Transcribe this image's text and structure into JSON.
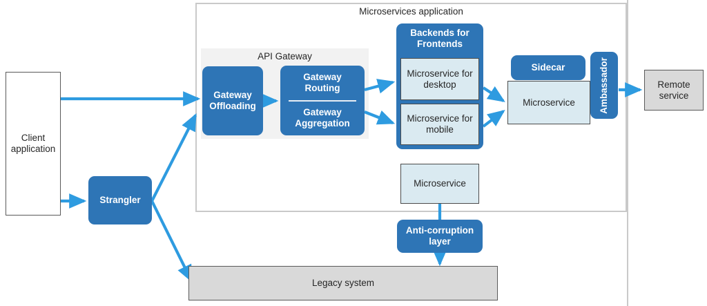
{
  "diagram": {
    "title": "Microservices application",
    "api_gateway_title": "API Gateway",
    "colors": {
      "accent_blue": "#2e75b6",
      "arrow_blue": "#2e9be0",
      "light_blue": "#daeaf1",
      "gray_box": "#d9d9d9",
      "panel_gray": "#f2f2f2",
      "container_border": "#c9c9c9"
    }
  },
  "nodes": {
    "client_application": "Client\napplication",
    "client_application_line1": "Client",
    "client_application_line2": "application",
    "strangler": "Strangler",
    "gateway_offloading_line1": "Gateway",
    "gateway_offloading_line2": "Offloading",
    "gateway_routing_line1": "Gateway",
    "gateway_routing_line2": "Routing",
    "gateway_aggregation_line1": "Gateway",
    "gateway_aggregation_line2": "Aggregation",
    "bff_title_line1": "Backends for",
    "bff_title_line2": "Frontends",
    "microservice_desktop_line1": "Microservice for",
    "microservice_desktop_line2": "desktop",
    "microservice_mobile_line1": "Microservice for",
    "microservice_mobile_line2": "mobile",
    "sidecar": "Sidecar",
    "microservice_sidecar_host": "Microservice",
    "ambassador": "Ambassador",
    "remote_service_line1": "Remote",
    "remote_service_line2": "service",
    "microservice_standalone": "Microservice",
    "anti_corruption_layer_line1": "Anti-corruption",
    "anti_corruption_layer_line2": "layer",
    "legacy_system": "Legacy system"
  },
  "edges": [
    {
      "from": "client-application",
      "to": "gateway-offloading"
    },
    {
      "from": "client-application",
      "to": "strangler"
    },
    {
      "from": "strangler",
      "to": "gateway-offloading"
    },
    {
      "from": "strangler",
      "to": "legacy-system"
    },
    {
      "from": "gateway-offloading",
      "to": "gateway-routing-aggregation"
    },
    {
      "from": "gateway-routing-aggregation",
      "to": "microservice-desktop"
    },
    {
      "from": "gateway-routing-aggregation",
      "to": "microservice-mobile"
    },
    {
      "from": "microservice-desktop",
      "to": "microservice-sidecar-host"
    },
    {
      "from": "microservice-mobile",
      "to": "microservice-sidecar-host"
    },
    {
      "from": "ambassador",
      "to": "remote-service"
    },
    {
      "from": "microservice-standalone",
      "to": "legacy-system"
    }
  ]
}
